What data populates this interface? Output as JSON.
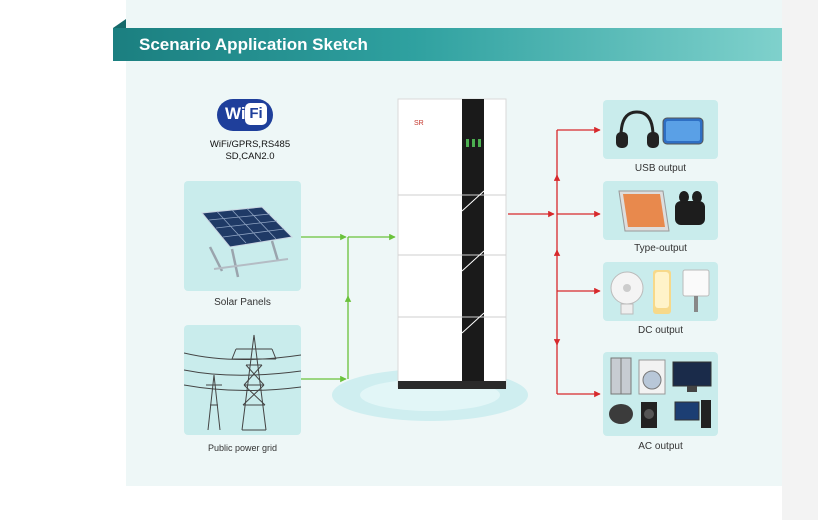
{
  "header": {
    "title": "Scenario Application Sketch"
  },
  "wifi": {
    "logo": {
      "wi": "Wi",
      "fi": "Fi"
    },
    "caption_line1": "WiFi/GPRS,RS485",
    "caption_line2": "SD,CAN2.0"
  },
  "inputs": [
    {
      "label": "Solar Panels",
      "icon": "solar-panel-icon"
    },
    {
      "label": "Public power grid",
      "icon": "power-tower-icon"
    }
  ],
  "outputs": [
    {
      "label": "USB output",
      "icon": "headphones-phone-icon"
    },
    {
      "label": "Type-output",
      "icon": "tablet-earbuds-icon"
    },
    {
      "label": "DC output",
      "icon": "fan-lamp-icon"
    },
    {
      "label": "AC output",
      "icon": "appliances-icon"
    }
  ],
  "battery": {
    "brand": "SR"
  },
  "colors": {
    "banner": "#1b7f80",
    "card": "#c9ecec",
    "input_arrow": "#6ac23b",
    "output_arrow": "#d7292c",
    "panel_bg": "#eef7f7"
  }
}
